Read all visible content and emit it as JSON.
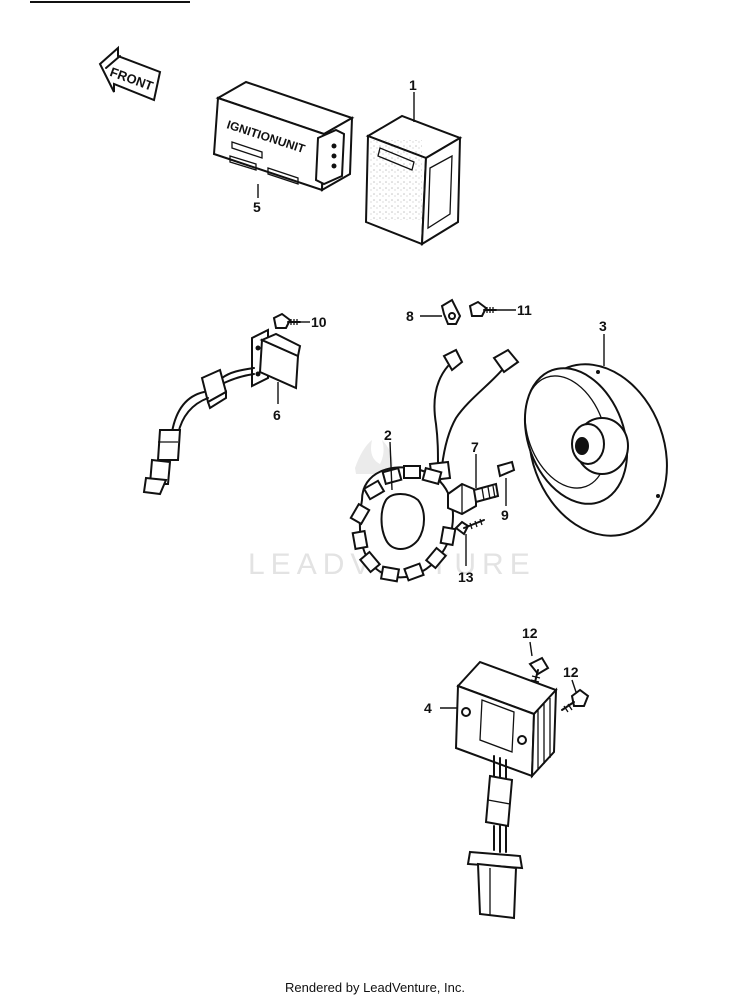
{
  "watermark": {
    "text": "LEADVENTURE"
  },
  "front_arrow": {
    "label": "FRONT"
  },
  "ignition_unit": {
    "label": "IGNITIONUNIT"
  },
  "callouts": [
    {
      "id": "c1",
      "number": "1"
    },
    {
      "id": "c2",
      "number": "2"
    },
    {
      "id": "c3",
      "number": "3"
    },
    {
      "id": "c4",
      "number": "4"
    },
    {
      "id": "c5",
      "number": "5"
    },
    {
      "id": "c6",
      "number": "6"
    },
    {
      "id": "c7",
      "number": "7"
    },
    {
      "id": "c8",
      "number": "8"
    },
    {
      "id": "c9",
      "number": "9"
    },
    {
      "id": "c10",
      "number": "10"
    },
    {
      "id": "c11",
      "number": "11"
    },
    {
      "id": "c12a",
      "number": "12"
    },
    {
      "id": "c12b",
      "number": "12"
    },
    {
      "id": "c13",
      "number": "13"
    }
  ],
  "footer": {
    "credit": "Rendered by LeadVenture, Inc."
  }
}
